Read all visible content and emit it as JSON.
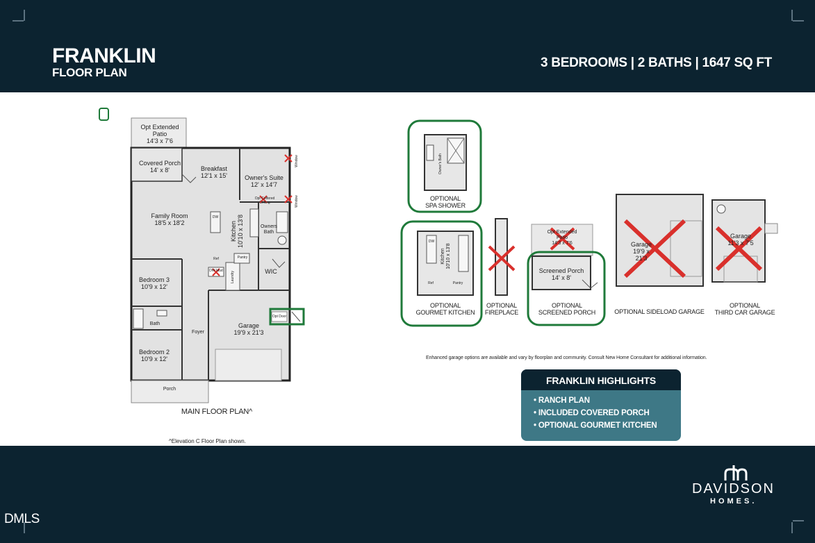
{
  "header": {
    "title": "FRANKLIN",
    "subtitle": "FLOOR PLAN",
    "stats": "3 BEDROOMS | 2 BATHS | 1647 SQ FT"
  },
  "main_plan": {
    "label": "MAIN FLOOR PLAN^",
    "note": "^Elevation C Floor Plan shown.",
    "rooms": {
      "ext_patio": "Opt Extended Patio",
      "ext_patio_size": "14'3 x 7'6",
      "covered_porch": "Covered Porch",
      "covered_porch_size": "14' x 8'",
      "breakfast": "Breakfast",
      "breakfast_size": "12'1 x 15'",
      "owners_suite": "Owner's Suite",
      "owners_suite_size": "12' x 14'7",
      "family_room": "Family Room",
      "family_room_size": "18'5 x 18'2",
      "kitchen": "Kitchen",
      "kitchen_size": "10'10 x 13'8",
      "owners_bath": "Owners Bath",
      "wic": "WIC",
      "bedroom3": "Bedroom 3",
      "bedroom3_size": "10'9 x 12'",
      "bath": "Bath",
      "bedroom2": "Bedroom 2",
      "bedroom2_size": "10'9 x 12'",
      "foyer": "Foyer",
      "garage": "Garage",
      "garage_size": "19'9 x 21'3",
      "porch": "Porch",
      "ref": "Ref",
      "pantry": "Pantry",
      "dw": "DW",
      "laundry": "Laundry",
      "opt_door": "Opt Door",
      "dw_mud": "DW Mud",
      "opt_ceiling": "Opt Coffered Ceiling",
      "window": "Window"
    }
  },
  "options": [
    {
      "label_line1": "OPTIONAL",
      "label_line2": "SPA SHOWER"
    },
    {
      "label_line1": "OPTIONAL",
      "label_line2": "GOURMET KITCHEN"
    },
    {
      "label_line1": "OPTIONAL",
      "label_line2": "FIREPLACE"
    },
    {
      "label_line1": "OPTIONAL",
      "label_line2": "SCREENED PORCH"
    },
    {
      "label_line1": "OPTIONAL SIDELOAD GARAGE",
      "label_line2": ""
    },
    {
      "label_line1": "OPTIONAL",
      "label_line2": "THIRD CAR GARAGE"
    }
  ],
  "option_rooms": {
    "owners_bath": "Owner's Bath",
    "kitchen": "Kitchen",
    "kitchen_size": "10'10 x 13'8",
    "ref": "Ref",
    "pantry": "Pantry",
    "dw": "DW",
    "opt_ext_patio": "Opt Extended Patio",
    "opt_ext_patio_size": "14'3 x 7'6",
    "screened_porch": "Screened Porch",
    "screened_porch_size": "14' x 8'",
    "garage_side": "Garage",
    "garage_side_size": "19'9 x 21'3",
    "garage_third": "Garage",
    "garage_third_size": "11'3 x 7'5"
  },
  "disclaimer": "Enhanced garage options are available and vary by floorplan and community.  Consult New Home Consultant for additional information.",
  "highlights": {
    "title": "FRANKLIN HIGHLIGHTS",
    "items": [
      "• RANCH PLAN",
      "• INCLUDED COVERED PORCH",
      "• OPTIONAL GOURMET KITCHEN"
    ]
  },
  "footer": {
    "watermark": "DMLS",
    "logo_line1": "DAVIDSON",
    "logo_line2": "HOMES."
  },
  "colors": {
    "band": "#0c2330",
    "highlight_green": "#1f7a3a",
    "highlight_box": "#3e7886",
    "cross_red": "#d9302c"
  }
}
